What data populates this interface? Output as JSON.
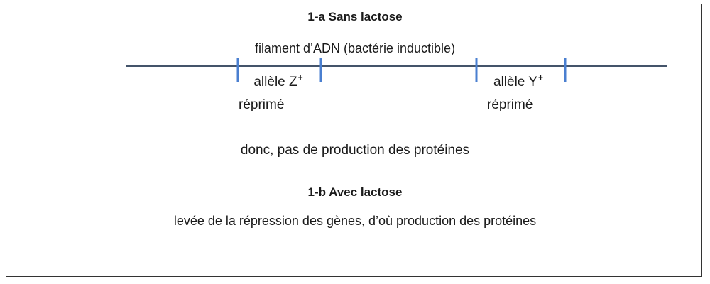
{
  "sections": {
    "a_title": "1-a Sans lactose",
    "b_title": "1-b Avec lactose"
  },
  "dna": {
    "label": "filament d’ADN (bactérie inductible)",
    "color": "#44546a",
    "tick_color": "#4a7fd0"
  },
  "genes": [
    {
      "name": "allèle Z",
      "superscript": "+",
      "status": "réprimé"
    },
    {
      "name": "allèle Y",
      "superscript": "+",
      "status": "réprimé"
    }
  ],
  "conclusion_a": "donc, pas de production des protéines",
  "conclusion_b": "levée de la répression des gènes, d’où production des protéines"
}
